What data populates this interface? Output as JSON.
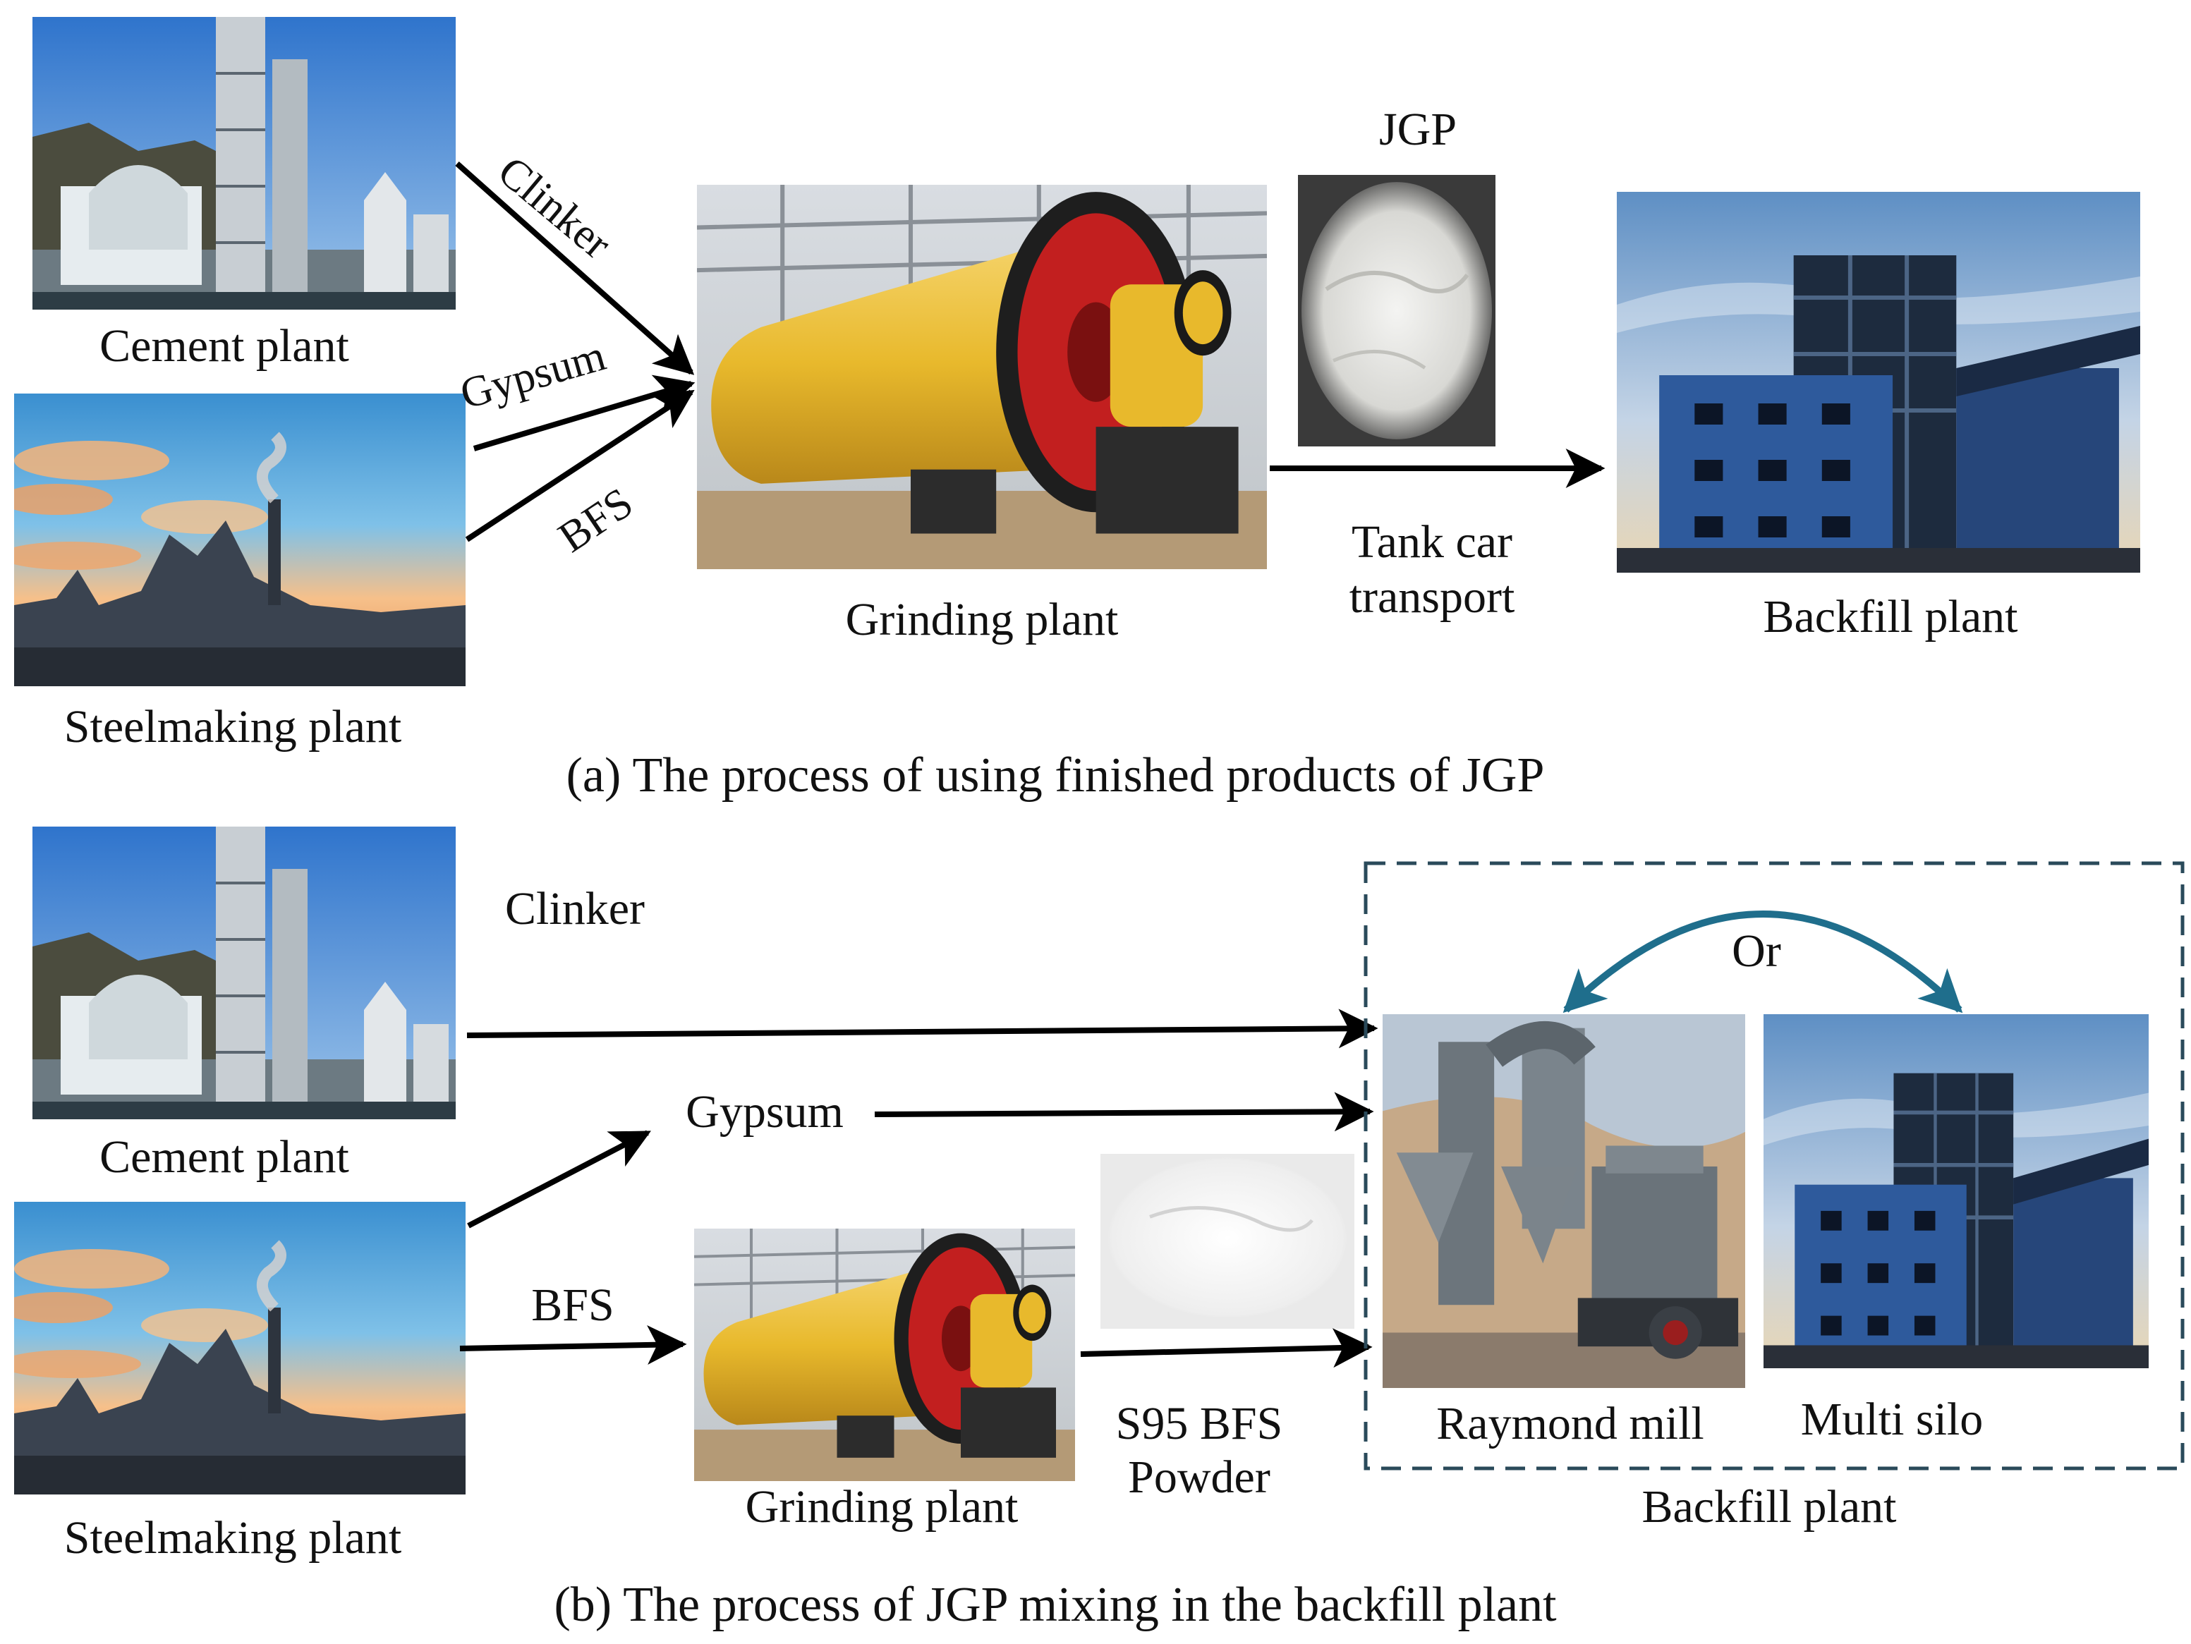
{
  "panel_a": {
    "caption": "(a) The process of using finished products of JGP",
    "cement_plant": "Cement plant",
    "steelmaking_plant": "Steelmaking plant",
    "clinker": "Clinker",
    "gypsum": "Gypsum",
    "bfs": "BFS",
    "grinding_plant": "Grinding plant",
    "jgp": "JGP",
    "tank_car_line1": "Tank car",
    "tank_car_line2": "transport",
    "backfill_plant": "Backfill plant"
  },
  "panel_b": {
    "caption": "(b) The process of JGP mixing in the backfill plant",
    "cement_plant": "Cement plant",
    "steelmaking_plant": "Steelmaking plant",
    "clinker": "Clinker",
    "gypsum": "Gypsum",
    "bfs": "BFS",
    "grinding_plant": "Grinding plant",
    "s95_line1": "S95 BFS",
    "s95_line2": "Powder",
    "raymond_mill": "Raymond mill",
    "multi_silo": "Multi silo",
    "or": "Or",
    "backfill_plant": "Backfill plant"
  },
  "colors": {
    "arrow": "#000000",
    "curved_arrow": "#1f6e8c",
    "dashed_box": "#2a4a5a",
    "grinder_yellow": "#e8b92c",
    "grinder_red": "#c41e1e",
    "sky_blue": "#3e86d0",
    "sunset_orange": "#f0a060"
  }
}
